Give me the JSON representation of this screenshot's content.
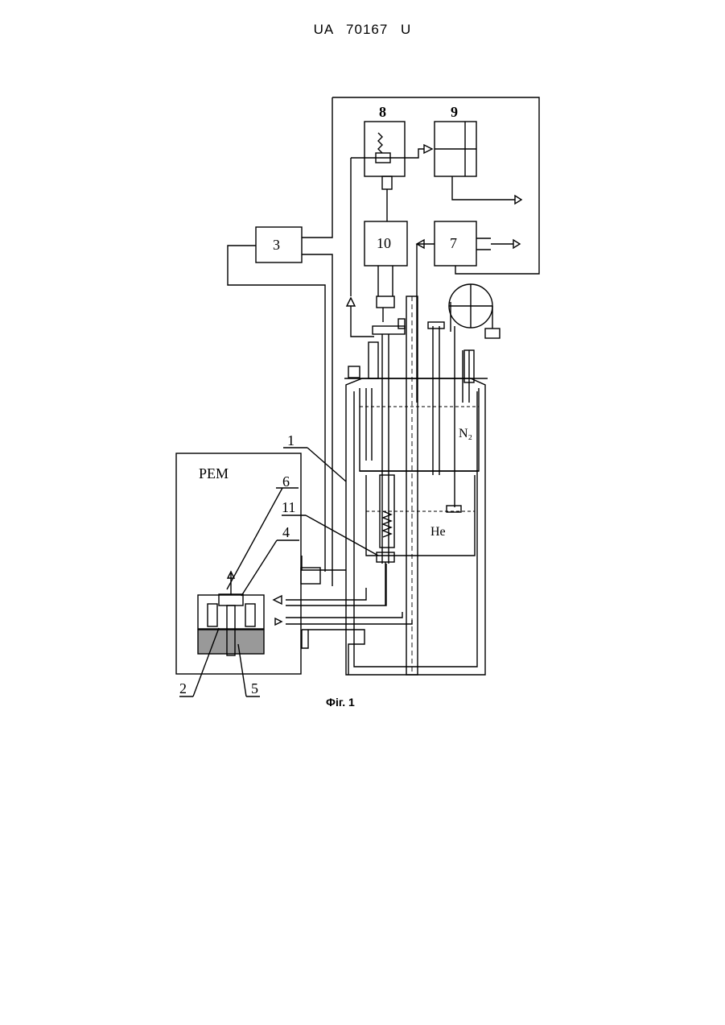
{
  "header": {
    "patent_id": "UA   70167   U"
  },
  "figure": {
    "caption": "Фіг. 1",
    "labels": {
      "l1": "1",
      "l2": "2",
      "l3": "3",
      "l4": "4",
      "l5": "5",
      "l6": "6",
      "l7": "7",
      "l8": "8",
      "l9": "9",
      "l10": "10",
      "l11": "11",
      "pem": "PEM",
      "n2": "N₂",
      "he": "He"
    }
  }
}
